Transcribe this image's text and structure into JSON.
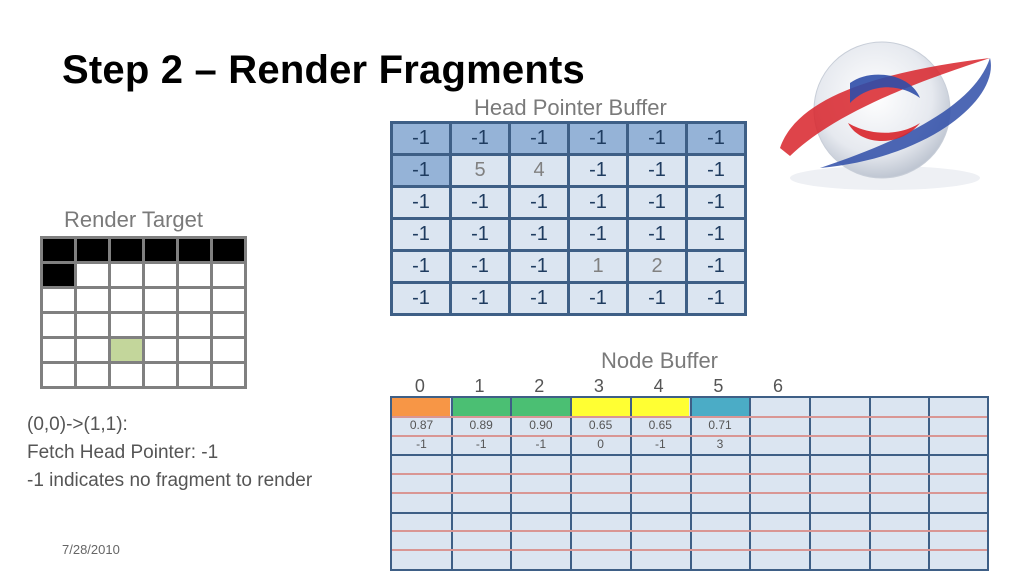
{
  "title": "Step 2 – Render Fragments",
  "head_pointer_buffer": {
    "title": "Head Pointer Buffer",
    "rows": [
      [
        "-1",
        "-1",
        "-1",
        "-1",
        "-1",
        "-1"
      ],
      [
        "-1",
        "5",
        "4",
        "-1",
        "-1",
        "-1"
      ],
      [
        "-1",
        "-1",
        "-1",
        "-1",
        "-1",
        "-1"
      ],
      [
        "-1",
        "-1",
        "-1",
        "-1",
        "-1",
        "-1"
      ],
      [
        "-1",
        "-1",
        "-1",
        "1",
        "2",
        "-1"
      ],
      [
        "-1",
        "-1",
        "-1",
        "-1",
        "-1",
        "-1"
      ]
    ]
  },
  "render_target": {
    "title": "Render Target",
    "black_cells": "row 0 all columns; row 1 column 0",
    "highlight_cell": "row 4, column 2",
    "colors": {
      "filled": "#000000",
      "highlight": "#c3d69b",
      "empty": "#ffffff"
    }
  },
  "node_buffer": {
    "title": "Node Buffer",
    "indices": [
      "0",
      "1",
      "2",
      "3",
      "4",
      "5",
      "6"
    ],
    "nodes": [
      {
        "color": "#f79646",
        "depth": "0.87",
        "next": "-1"
      },
      {
        "color": "#4bbf73",
        "depth": "0.89",
        "next": "-1"
      },
      {
        "color": "#4bbf73",
        "depth": "0.90",
        "next": "-1"
      },
      {
        "color": "#ffff33",
        "depth": "0.65",
        "next": "0"
      },
      {
        "color": "#ffff33",
        "depth": "0.65",
        "next": "-1"
      },
      {
        "color": "#4bacc6",
        "depth": "0.71",
        "next": "3"
      }
    ]
  },
  "info": {
    "line1": "(0,0)->(1,1):",
    "line2": "Fetch Head Pointer: -1",
    "line3": "-1 indicates no fragment to render"
  },
  "date": "7/28/2010",
  "colors": {
    "grid_border": "#3e5f86",
    "cell_bg": "#dbe5f1",
    "cell_highlight": "#95b3d7",
    "red_line": "#d99694"
  }
}
